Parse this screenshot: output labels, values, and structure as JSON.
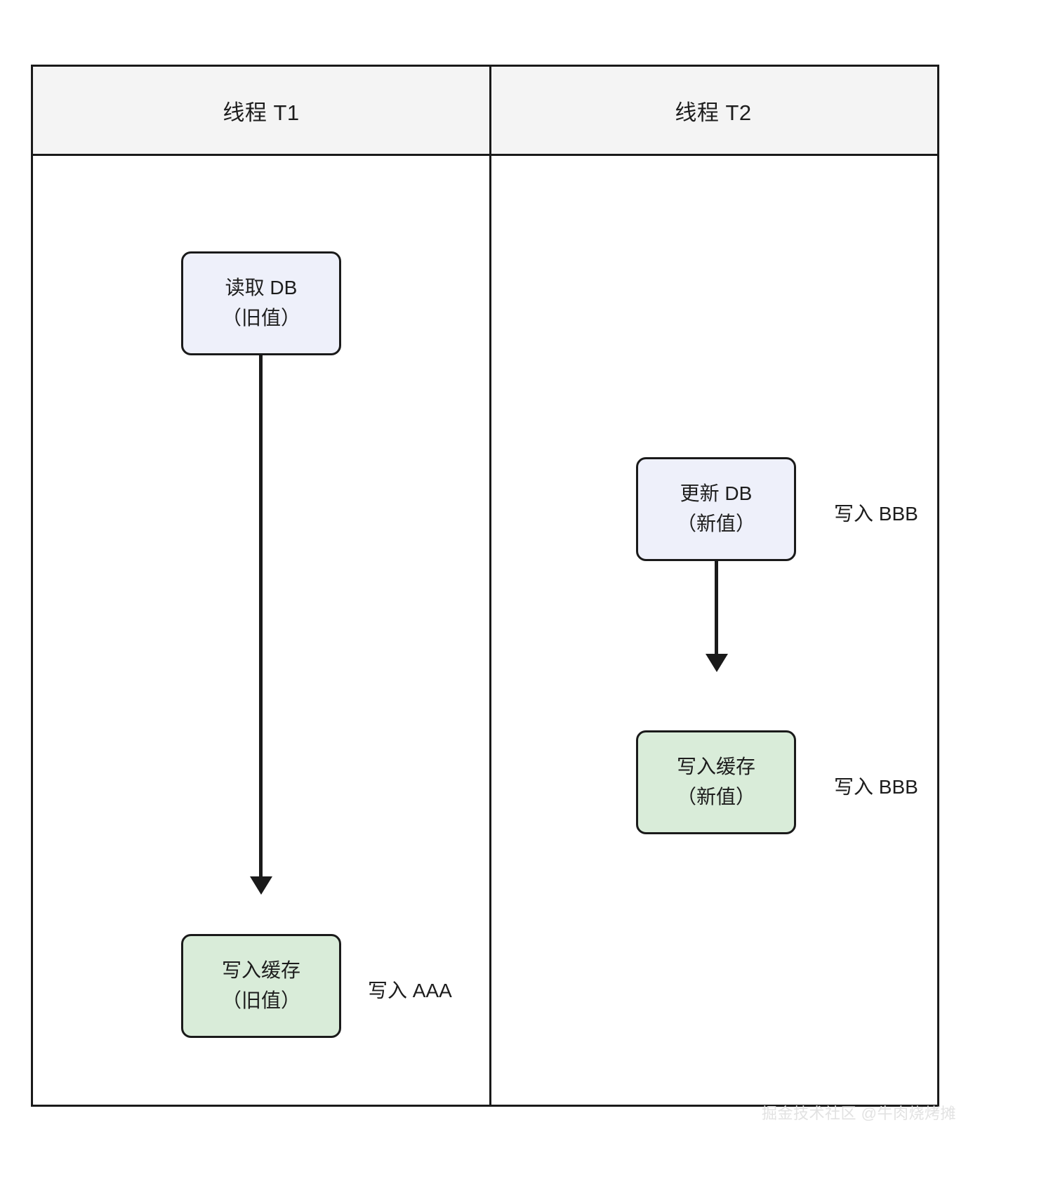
{
  "diagram": {
    "title_row": {
      "lanes": [
        {
          "label": "线程 T1"
        },
        {
          "label": "线程 T2"
        }
      ]
    },
    "lane_t1": {
      "nodes": [
        {
          "id": "t1-read-db",
          "line1": "读取 DB",
          "line2": "（旧值）",
          "fill": "#eef0fa",
          "kind": "blue"
        },
        {
          "id": "t1-write-cache",
          "line1": "写入缓存",
          "line2": "（旧值）",
          "fill": "#d9ecd9",
          "kind": "green"
        }
      ],
      "annotations": [
        {
          "id": "t1-write-aaa-note",
          "text": "写入 AAA"
        }
      ]
    },
    "lane_t2": {
      "nodes": [
        {
          "id": "t2-update-db",
          "line1": "更新 DB",
          "line2": "（新值）",
          "fill": "#eef0fa",
          "kind": "blue"
        },
        {
          "id": "t2-write-cache",
          "line1": "写入缓存",
          "line2": "（新值）",
          "fill": "#d9ecd9",
          "kind": "green"
        }
      ],
      "annotations": [
        {
          "id": "t2-update-db-note",
          "text": "写入 BBB"
        },
        {
          "id": "t2-write-cache-note",
          "text": "写入 BBB"
        }
      ]
    },
    "colors": {
      "border": "#1a1a1a",
      "header_fill": "#f4f4f4",
      "blue_fill": "#eef0fa",
      "green_fill": "#d9ecd9",
      "text": "#1d1d1d",
      "watermark": "#e2e2e2"
    },
    "watermark": "掘金技术社区 @牛肉烧烤摊"
  }
}
